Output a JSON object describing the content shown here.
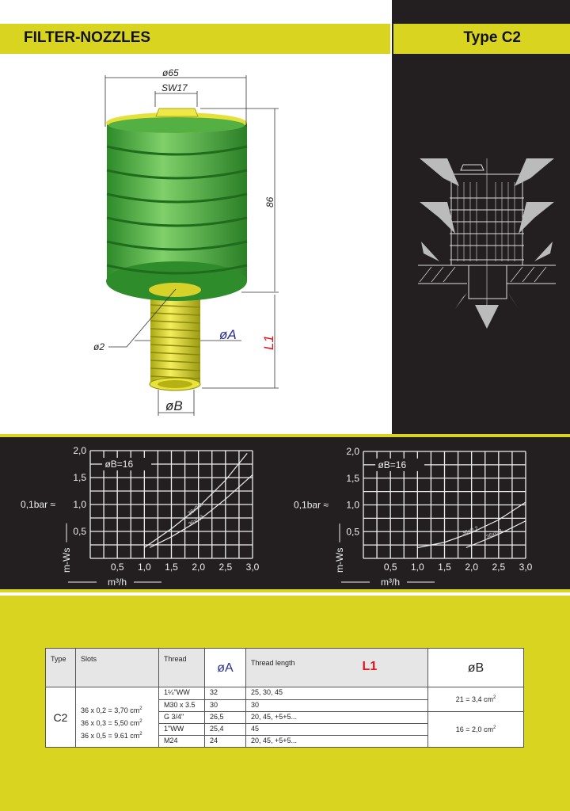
{
  "header": {
    "title": "FILTER-NOZZLES",
    "type_label": "Type C2"
  },
  "drawing": {
    "dia_outer": "ø65",
    "wrench": "SW17",
    "height": "86",
    "dia_slot": "ø2",
    "dia_a": "øA",
    "l1": "L1",
    "dia_b": "øB"
  },
  "colors": {
    "yellow": "#d9d41f",
    "dark": "#231f20",
    "green": "#3fa535",
    "blue": "#2b2f8f",
    "red": "#e3131b"
  },
  "chart_data": [
    {
      "type": "line",
      "title": "",
      "annotation": "øB=16",
      "xlabel": "m³/h",
      "ylabel": "m-Ws",
      "y_extra_label": "0,1bar ≈",
      "xlim": [
        0,
        3.0
      ],
      "ylim": [
        0,
        2.0
      ],
      "grid": true,
      "xticks": [
        "0,5",
        "1,0",
        "1,5",
        "2,0",
        "2,5",
        "3,0"
      ],
      "yticks": [
        "0,5",
        "1,0",
        "1,5",
        "2,0"
      ],
      "series": [
        {
          "name": "36x0,2",
          "x": [
            1.0,
            1.5,
            2.0,
            2.5,
            2.9
          ],
          "y": [
            0.2,
            0.55,
            0.95,
            1.45,
            1.95
          ]
        },
        {
          "name": "36x0,3",
          "x": [
            1.1,
            1.5,
            2.0,
            2.5,
            3.0
          ],
          "y": [
            0.2,
            0.4,
            0.7,
            1.1,
            1.55
          ]
        }
      ]
    },
    {
      "type": "line",
      "title": "",
      "annotation": "øB=16",
      "xlabel": "m³/h",
      "ylabel": "m-Ws",
      "y_extra_label": "0,1bar ≈",
      "xlim": [
        0,
        3.0
      ],
      "ylim": [
        0,
        2.0
      ],
      "grid": true,
      "xticks": [
        "0,5",
        "1,0",
        "1,5",
        "2,0",
        "2,5",
        "3,0"
      ],
      "yticks": [
        "0,5",
        "1,0",
        "1,5",
        "2,0"
      ],
      "series": [
        {
          "name": "36x0,2",
          "x": [
            1.0,
            1.5,
            2.0,
            2.5,
            3.0
          ],
          "y": [
            0.2,
            0.3,
            0.48,
            0.72,
            1.05
          ]
        },
        {
          "name": "36x0,3",
          "x": [
            1.9,
            2.5,
            3.0
          ],
          "y": [
            0.2,
            0.45,
            0.7
          ]
        }
      ]
    }
  ],
  "table": {
    "headers": {
      "type": "Type",
      "slots": "Slots",
      "thread": "Thread",
      "dia_a": "øA",
      "thread_length": "Thread length",
      "l1": "L1",
      "dia_b": "øB"
    },
    "type": "C2",
    "slots": [
      "36 x 0,2   = 3,70 cm",
      "36 x 0,3   = 5,50 cm",
      "36 x 0,5   = 9.61 cm"
    ],
    "sup": "2",
    "rows": [
      {
        "thread": "1¼\"WW",
        "dia_a": "32",
        "length": "25, 30, 45"
      },
      {
        "thread": "M30 x 3.5",
        "dia_a": "30",
        "length": "30"
      },
      {
        "thread": "G 3/4\"",
        "dia_a": "26,5",
        "length": "20, 45,  +5+5..."
      },
      {
        "thread": "1\"WW",
        "dia_a": "25,4",
        "length": "45"
      },
      {
        "thread": "M24",
        "dia_a": "24",
        "length": "20, 45,  +5+5..."
      }
    ],
    "dia_b": [
      "21  =  3,4 cm",
      "16  =  2,0 cm"
    ]
  }
}
